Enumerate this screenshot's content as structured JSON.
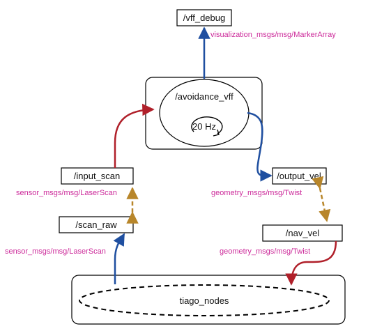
{
  "nodes": {
    "vff_debug": "/vff_debug",
    "avoidance_vff": "/avoidance_vff",
    "rate": "20 Hz",
    "input_scan": "/input_scan",
    "output_vel": "/output_vel",
    "scan_raw": "/scan_raw",
    "nav_vel": "/nav_vel",
    "tiago_nodes": "tiago_nodes"
  },
  "message_types": {
    "vff_debug": "visualization_msgs/msg/MarkerArray",
    "input_scan": "sensor_msgs/msg/LaserScan",
    "scan_raw": "sensor_msgs/msg/LaserScan",
    "output_vel": "geometry_msgs/msg/Twist",
    "nav_vel": "geometry_msgs/msg/Twist"
  },
  "colors": {
    "publish_arrow": "#1f4fa0",
    "subscribe_arrow": "#b0202a",
    "remap_arrow": "#b8862a",
    "message_type_text": "#cc2a9a"
  }
}
